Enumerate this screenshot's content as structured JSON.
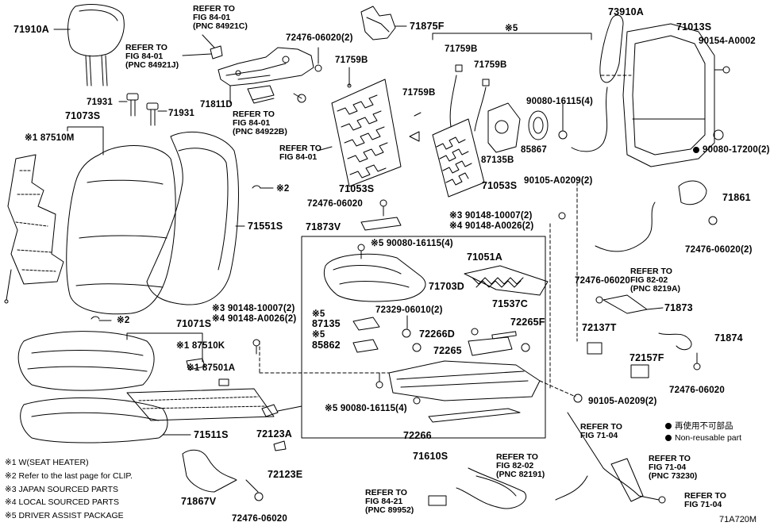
{
  "drawing_id": "71A720M",
  "parts": {
    "p71910A": "71910A",
    "p71931_1": "71931",
    "p71931_2": "71931",
    "p71073S": "71073S",
    "p87510M": "※1 87510M",
    "p71811D": "71811D",
    "p72476_06020_2_top": "72476-06020(2)",
    "p71875F": "71875F",
    "p71759B_1": "71759B",
    "p71759B_2": "71759B",
    "p71759B_3": "71759B",
    "p71759B_4": "71759B",
    "star5_bracket": "※5",
    "p73910A": "73910A",
    "p71013S": "71013S",
    "p90154": "90154-A0002",
    "p90080_16115_4_top": "90080-16115(4)",
    "p85867": "85867",
    "p87135B": "87135B",
    "p90080_17200_2": "90080-17200(2)",
    "p71053S_1": "71053S",
    "p71053S_2": "71053S",
    "p90105_a0209_2_top": "90105-A0209(2)",
    "p71551S": "71551S",
    "clip2_upper": "※2",
    "p72476_06020_mid": "72476-06020",
    "p71873V": "71873V",
    "p90148_10007_2_mid": "※3 90148-10007(2)",
    "p90148_a0026_2_mid": "※4 90148-A0026(2)",
    "p71861": "71861",
    "p72476_06020_2_right": "72476-06020(2)",
    "p90080_16115_4_box": "※5 90080-16115(4)",
    "p71051A": "71051A",
    "p71703D": "71703D",
    "p72476_06020_right2": "72476-06020",
    "p71873": "71873",
    "p72329": "72329-06010(2)",
    "p71537C": "71537C",
    "p90148_10007_2_left": "※3 90148-10007(2)",
    "p90148_a0026_2_left": "※4 90148-A0026(2)",
    "clip2_lower": "※2",
    "p87135_star": "※5",
    "p87135": "87135",
    "p85862_star": "※5",
    "p85862": "85862",
    "p72266D": "72266D",
    "p72265F": "72265F",
    "p72265": "72265",
    "p72137T": "72137T",
    "p71874": "71874",
    "p71071S": "71071S",
    "p87510K": "※1 87510K",
    "p87501A": "※1 87501A",
    "p72157F": "72157F",
    "p72476_06020_lowright": "72476-06020",
    "p90105_a0209_2_low": "90105-A0209(2)",
    "p90080_16115_4_low": "※5 90080-16115(4)",
    "p72123A": "72123A",
    "p72266": "72266",
    "p71511S": "71511S",
    "p71610S": "71610S",
    "p72123E": "72123E",
    "p71867V": "71867V",
    "p72476_06020_bottom": "72476-06020"
  },
  "refs": {
    "r84921C": "REFER TO\nFIG 84-01\n(PNC 84921C)",
    "r84921J": "REFER TO\nFIG 84-01\n(PNC 84921J)",
    "r84922B": "REFER TO\nFIG 84-01\n(PNC 84922B)",
    "r8401": "REFER TO\nFIG 84-01",
    "r8219A": "REFER TO\nFIG 82-02\n(PNC 8219A)",
    "r7104_a": "REFER TO\nFIG 71-04",
    "r73230": "REFER TO\nFIG 71-04\n(PNC 73230)",
    "r7104_b": "REFER TO\nFIG 71-04",
    "r82191": "REFER TO\nFIG 82-02\n(PNC 82191)",
    "r89952": "REFER TO\nFIG 84-21\n(PNC 89952)"
  },
  "legend": {
    "not_reusable_jp": "再使用不可部品",
    "not_reusable_en": "Non-reusable part"
  },
  "notes": [
    "※1 W(SEAT HEATER)",
    "※2 Refer to the last page for CLIP.",
    "※3 JAPAN SOURCED PARTS",
    "※4 LOCAL SOURCED PARTS",
    "※5 DRIVER ASSIST PACKAGE"
  ]
}
